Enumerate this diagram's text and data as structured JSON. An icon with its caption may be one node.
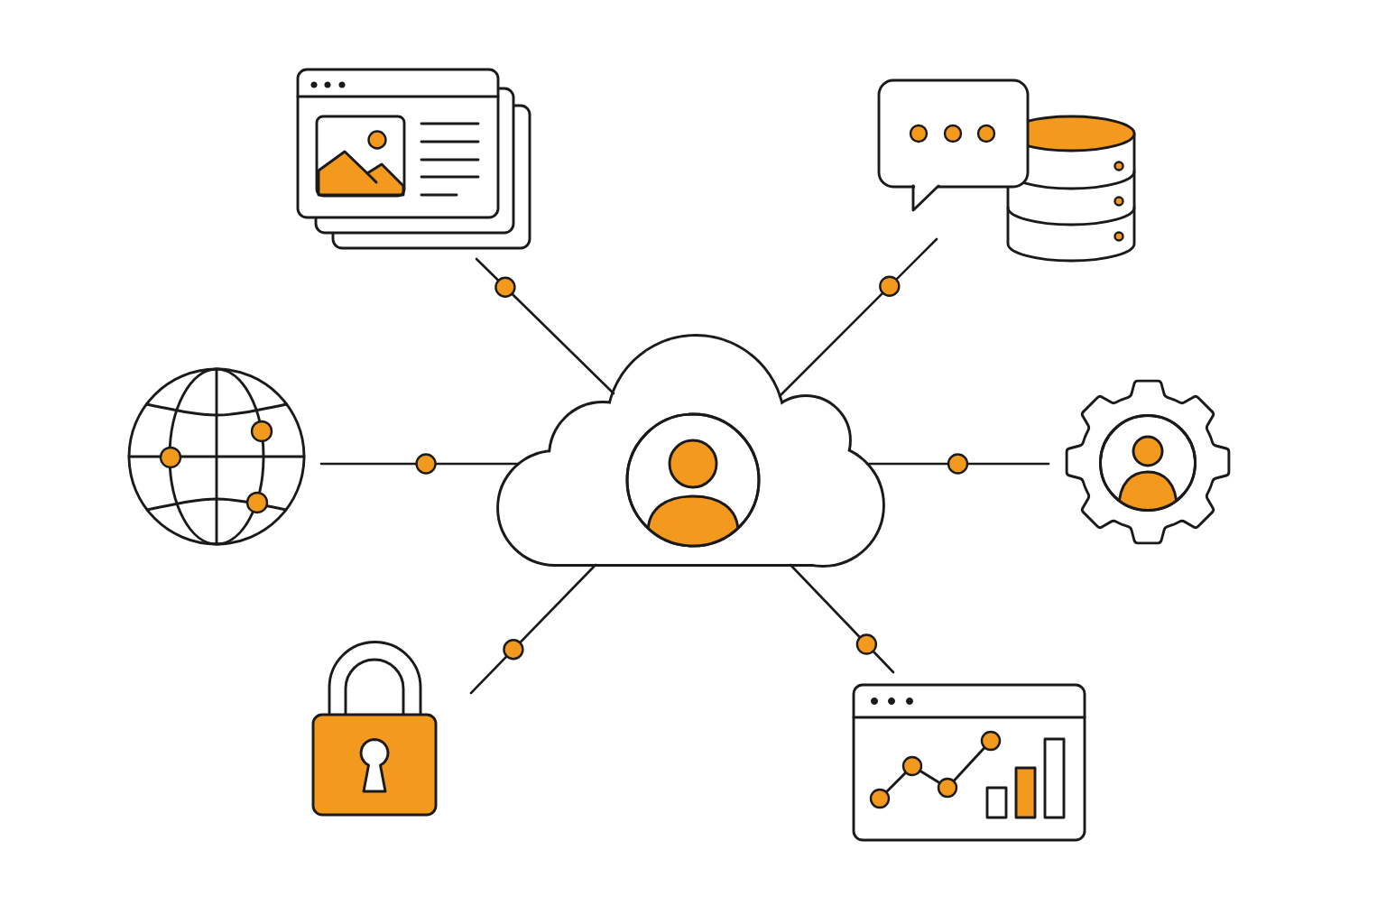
{
  "diagram": {
    "nodes": [
      {
        "text": [],
        "shape": "picture"
      },
      {
        "text": [],
        "shape": "picture"
      },
      {
        "text": [],
        "shape": "picture"
      },
      {
        "text": [],
        "shape": "cloud"
      },
      {
        "text": [],
        "shape": "picture"
      },
      {
        "text": [],
        "shape": "picture"
      },
      {
        "text": [],
        "shape": "picture"
      }
    ],
    "edges": [
      {
        "from": 3,
        "to": 0,
        "arrow": "none"
      },
      {
        "from": 3,
        "to": 1,
        "arrow": "none"
      },
      {
        "from": 3,
        "to": 2,
        "arrow": "none"
      },
      {
        "from": 3,
        "to": 4,
        "arrow": "none"
      },
      {
        "from": 3,
        "to": 5,
        "arrow": "none"
      },
      {
        "from": 3,
        "to": 6,
        "arrow": "none"
      }
    ]
  }
}
